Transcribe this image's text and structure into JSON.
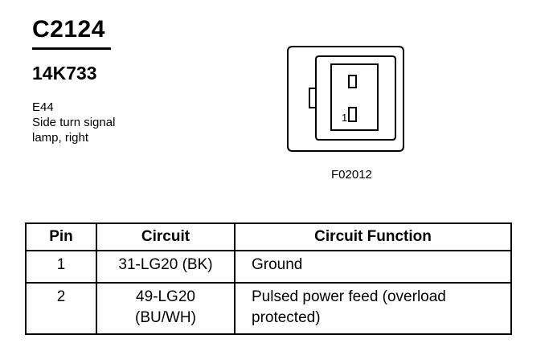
{
  "header": {
    "connector_id": "C2124",
    "part_number": "14K733",
    "location_code": "E44",
    "description_line1": "Side turn signal",
    "description_line2": "lamp, right"
  },
  "diagram": {
    "figure_code": "F02012",
    "pin_label": "1"
  },
  "pin_table": {
    "headers": {
      "pin": "Pin",
      "circuit": "Circuit",
      "function": "Circuit Function"
    },
    "rows": [
      {
        "pin": "1",
        "circuit_line1": "31-LG20 (BK)",
        "circuit_line2": "",
        "function_line1": "Ground",
        "function_line2": ""
      },
      {
        "pin": "2",
        "circuit_line1": "49-LG20",
        "circuit_line2": "(BU/WH)",
        "function_line1": "Pulsed power feed (overload",
        "function_line2": "protected)"
      }
    ]
  }
}
